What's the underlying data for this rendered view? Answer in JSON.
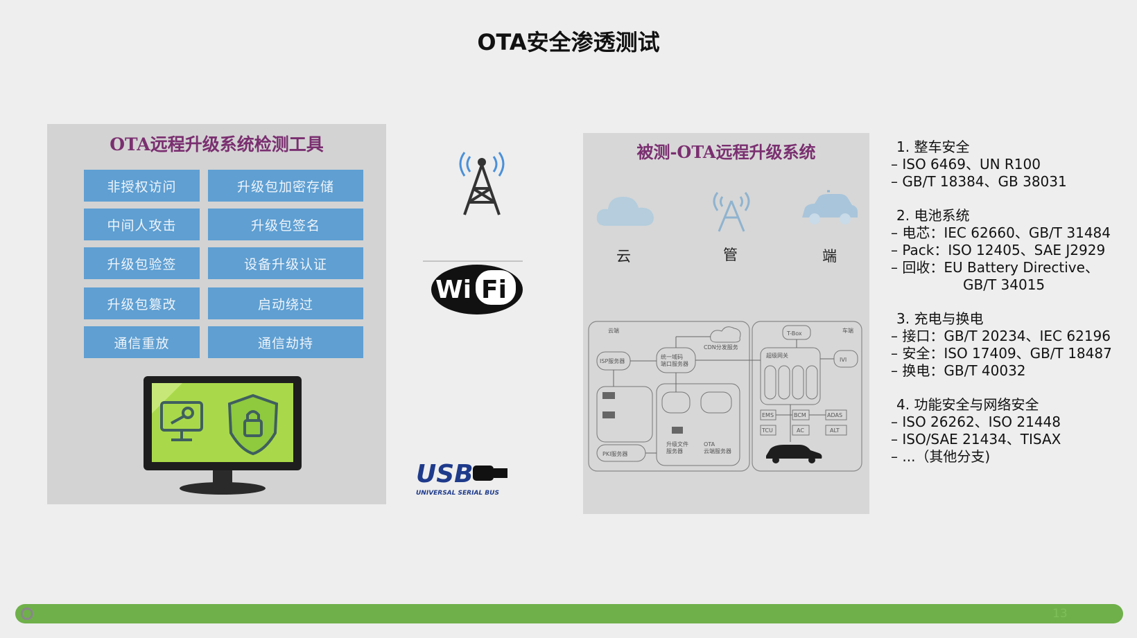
{
  "slide": {
    "title": "OTA安全渗透测试",
    "page_number": "13"
  },
  "tool_panel": {
    "title": "OTA远程升级系统检测工具",
    "buttons": [
      "非授权访问",
      "升级包加密存储",
      "中间人攻击",
      "升级包签名",
      "升级包验签",
      "设备升级认证",
      "升级包篡改",
      "启动绕过",
      "通信重放",
      "通信劫持"
    ]
  },
  "channels": {
    "wifi_text": "WiFi",
    "usb_text": "USB",
    "usb_subtext": "UNIVERSAL SERIAL BUS"
  },
  "system_panel": {
    "title": "被测-OTA远程升级系统",
    "labels": [
      "云",
      "管",
      "端"
    ],
    "arch": {
      "cloud_zone": "云端",
      "vehicle_zone": "车端",
      "isp": "ISP服务器",
      "portal": "统一域码\n端口服务器",
      "cdn": "CDN分发服务",
      "tbox": "T-Box",
      "gateway": "超级网关",
      "ivi": "IVI",
      "pki": "PKI服务器",
      "release": "升级文件\n服务器",
      "ota_server": "OTA\n云端服务器",
      "ems": "EMS",
      "bcm": "BCM",
      "tcu": "TCU",
      "adas": "ADAS",
      "ac": "AC",
      "alt": "ALT"
    }
  },
  "standards": [
    {
      "head": "1. 整车安全",
      "items": [
        "ISO 6469、UN R100",
        "GB/T 18384、GB 38031"
      ],
      "cont": []
    },
    {
      "head": "2. 电池系统",
      "items": [
        "电芯：IEC 62660、GB/T 31484",
        "Pack：ISO 12405、SAE J2929",
        "回收：EU Battery Directive、"
      ],
      "cont": [
        "GB/T 34015"
      ]
    },
    {
      "head": "3. 充电与换电",
      "items": [
        "接口：GB/T 20234、IEC 62196",
        "安全：ISO 17409、GB/T 18487",
        "换电：GB/T 40032"
      ],
      "cont": []
    },
    {
      "head": "4. 功能安全与网络安全",
      "items": [
        "ISO 26262、ISO 21448",
        "ISO/SAE 21434、TISAX",
        "...（其他分支)"
      ],
      "cont": []
    }
  ],
  "colors": {
    "tool_button": "#5f9fd2",
    "panel_title": "#7a2f70",
    "footer_bar": "#6fb04a"
  }
}
